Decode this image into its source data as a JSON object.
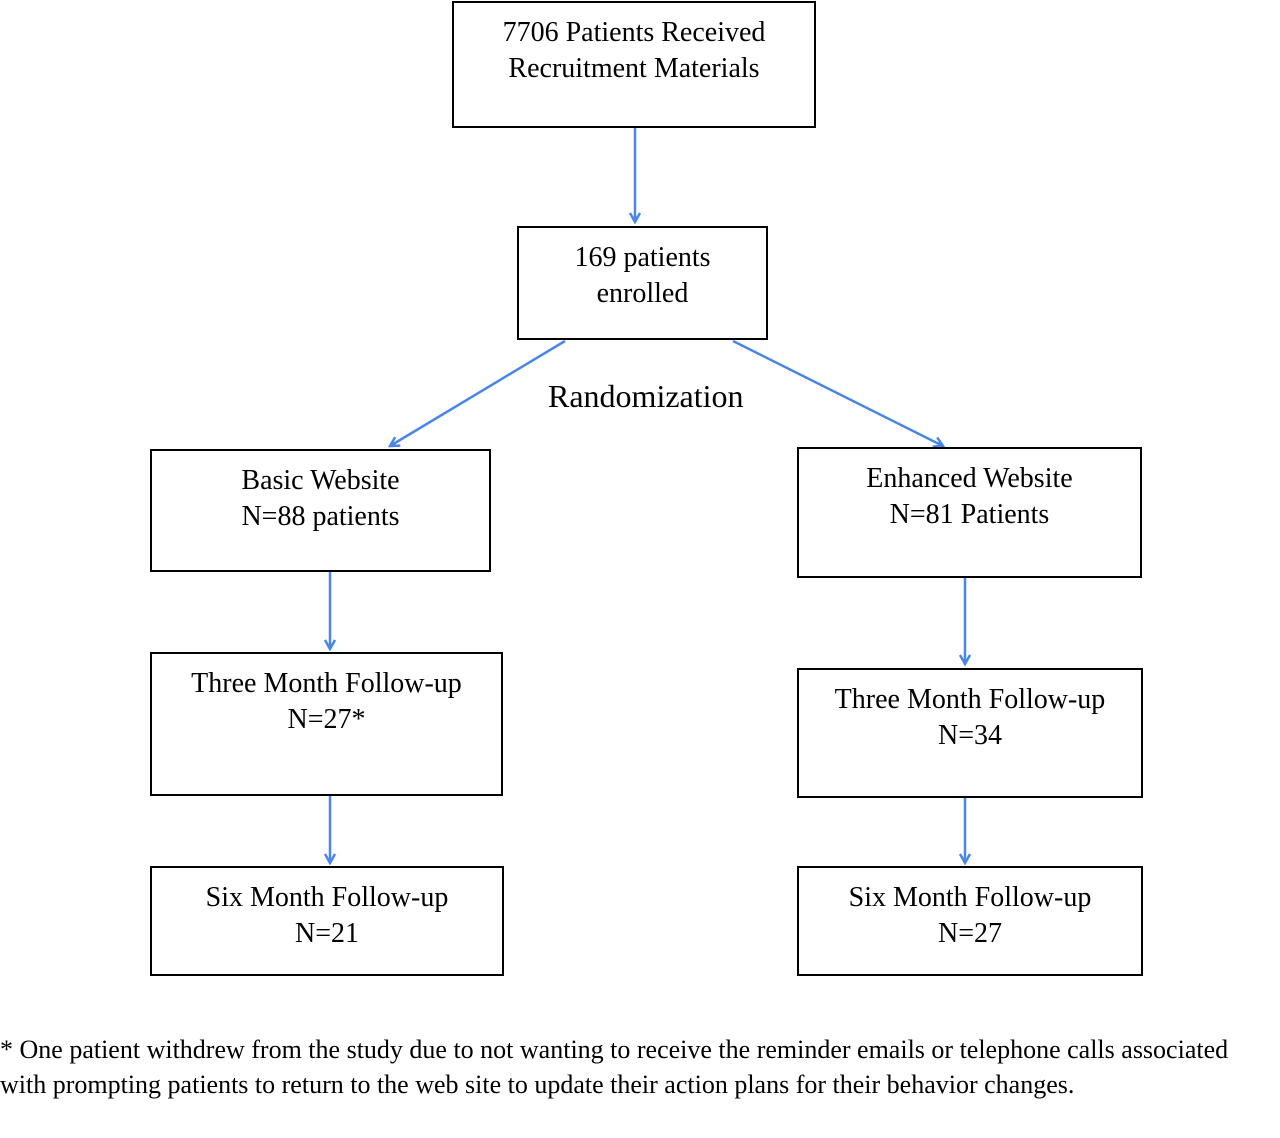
{
  "flowchart": {
    "recruitment": {
      "line1": "7706 Patients Received",
      "line2": "Recruitment Materials"
    },
    "enrolled": {
      "line1": "169 patients",
      "line2": "enrolled"
    },
    "randomization_label": "Randomization",
    "basic_arm": {
      "group": {
        "line1": "Basic Website",
        "line2": "N=88 patients"
      },
      "three_month": {
        "line1": "Three Month Follow-up",
        "line2": "N=27*"
      },
      "six_month": {
        "line1": "Six Month Follow-up",
        "line2": "N=21"
      }
    },
    "enhanced_arm": {
      "group": {
        "line1": "Enhanced Website",
        "line2": "N=81 Patients"
      },
      "three_month": {
        "line1": "Three Month Follow-up",
        "line2": "N=34"
      },
      "six_month": {
        "line1": "Six Month Follow-up",
        "line2": "N=27"
      }
    },
    "footnote": "* One patient withdrew from the study due to not wanting to receive the reminder emails or telephone calls associated with prompting patients to return to the web site to update their action plans for their behavior changes."
  },
  "colors": {
    "arrow": "#4a86e8",
    "box_border": "#000000"
  }
}
